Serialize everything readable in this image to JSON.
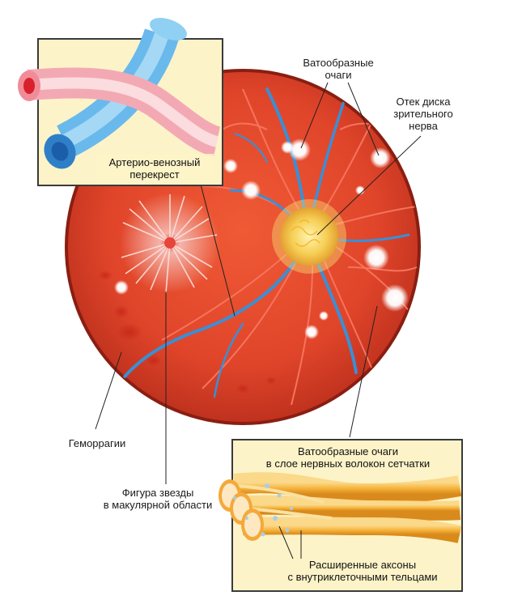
{
  "labels": {
    "cotton_wool_top_1": "Ватообразные",
    "cotton_wool_top_2": "очаги",
    "disc_edema_1": "Отек диска",
    "disc_edema_2": "зрительного",
    "disc_edema_3": "нерва",
    "av_crossing_1": "Артерио-венозный",
    "av_crossing_2": "перекрест",
    "hemorrhages": "Геморрагии",
    "macular_star_1": "Фигура звезды",
    "macular_star_2": "в макулярной области",
    "nerve_fiber_title_1": "Ватообразные очаги",
    "nerve_fiber_title_2": "в слое нервных волокон сетчатки",
    "axons_1": "Расширенные аксоны",
    "axons_2": "с внутриклеточными тельцами"
  },
  "colors": {
    "retina": "#e0452a",
    "retina_dark": "#b8281a",
    "optic_disc": "#f3c64a",
    "vein": "#3a8fd6",
    "artery": "#f06a55",
    "panel_bg": "#fdf3c8",
    "panel_border": "#3a3a3a",
    "fiber": "#f6b43c"
  }
}
